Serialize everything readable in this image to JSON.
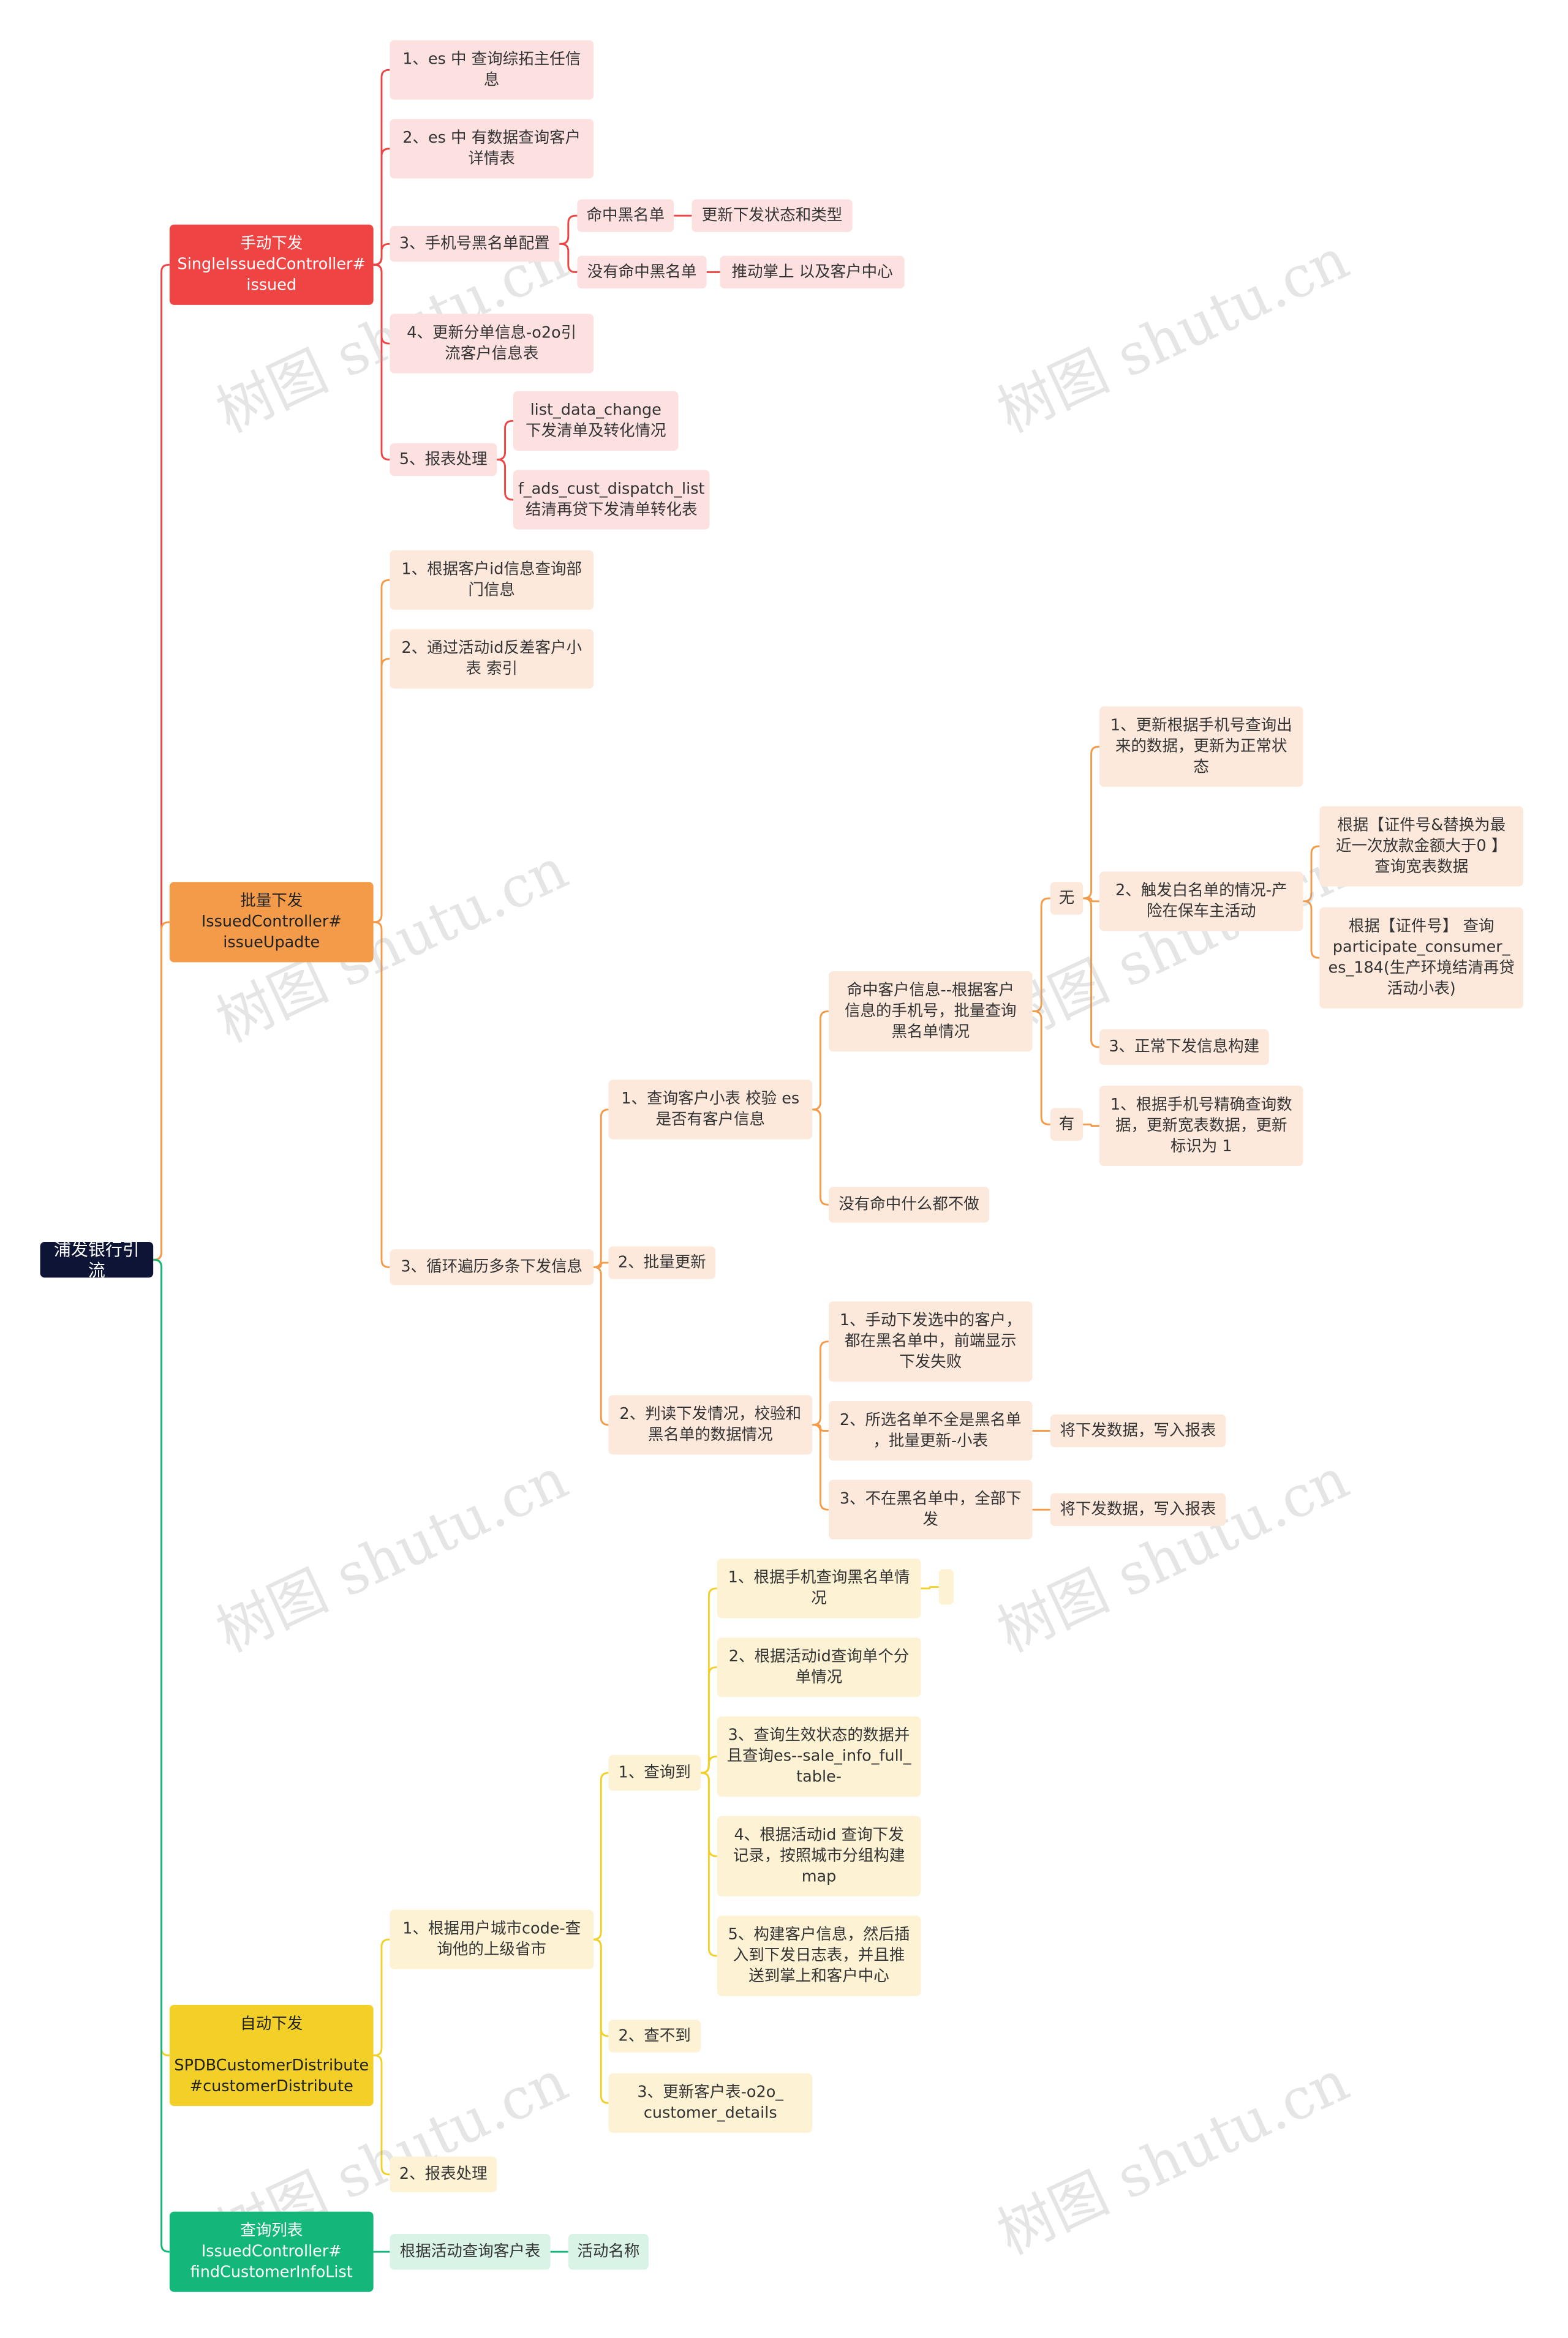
{
  "watermark": "树图 shutu.cn",
  "root": "浦发银行引流",
  "branches": [
    {
      "label": "手动下发\nSingleIssuedController#\nissued",
      "children": [
        {
          "label": "1、es 中 查询综拓主任信\n息"
        },
        {
          "label": "2、es 中 有数据查询客户\n详情表"
        },
        {
          "label": "3、手机号黑名单配置",
          "children": [
            {
              "label": "命中黑名单",
              "children": [
                {
                  "label": "更新下发状态和类型"
                }
              ]
            },
            {
              "label": "没有命中黑名单",
              "children": [
                {
                  "label": "推动掌上 以及客户中心"
                }
              ]
            }
          ]
        },
        {
          "label": "4、更新分单信息-o2o引\n流客户信息表"
        },
        {
          "label": "5、报表处理",
          "children": [
            {
              "label": "list_data_change\n下发清单及转化情况"
            },
            {
              "label": "f_ads_cust_dispatch_list\n结清再贷下发清单转化表"
            }
          ]
        }
      ]
    },
    {
      "label": "批量下发\nIssuedController#\nissueUpadte",
      "children": [
        {
          "label": "1、根据客户id信息查询部\n门信息"
        },
        {
          "label": "2、通过活动id反差客户小\n表 索引"
        },
        {
          "label": "3、循环遍历多条下发信息",
          "children": [
            {
              "label": "1、查询客户小表 校验 es\n是否有客户信息",
              "children": [
                {
                  "label": "命中客户信息--根据客户\n信息的手机号，批量查询\n黑名单情况",
                  "children": [
                    {
                      "label": "无",
                      "children": [
                        {
                          "label": "1、更新根据手机号查询出\n来的数据，更新为正常状\n态"
                        },
                        {
                          "label": "2、触发白名单的情况-产\n险在保车主活动",
                          "children": [
                            {
                              "label": "根据【证件号&替换为最\n近一次放款金额大于0 】\n查询宽表数据"
                            },
                            {
                              "label": "根据【证件号】  查询\nparticipate_consumer_\nes_184(生产环境结清再贷\n活动小表)"
                            }
                          ]
                        },
                        {
                          "label": "3、正常下发信息构建"
                        }
                      ]
                    },
                    {
                      "label": "有",
                      "children": [
                        {
                          "label": "1、根据手机号精确查询数\n据，更新宽表数据，更新\n标识为   1"
                        }
                      ]
                    }
                  ]
                },
                {
                  "label": "没有命中什么都不做"
                }
              ]
            },
            {
              "label": "2、批量更新"
            },
            {
              "label": "2、判读下发情况，校验和\n黑名单的数据情况",
              "children": [
                {
                  "label": "1、手动下发选中的客户，\n都在黑名单中，前端显示\n下发失败"
                },
                {
                  "label": "2、所选名单不全是黑名单\n，批量更新-小表",
                  "children": [
                    {
                      "label": "将下发数据，写入报表"
                    }
                  ]
                },
                {
                  "label": "3、不在黑名单中，全部下\n发",
                  "children": [
                    {
                      "label": "将下发数据，写入报表"
                    }
                  ]
                }
              ]
            }
          ]
        }
      ]
    },
    {
      "label": "自动下发\n\nSPDBCustomerDistribute\n#customerDistribute",
      "children": [
        {
          "label": "1、根据用户城市code-查\n询他的上级省市",
          "children": [
            {
              "label": "1、查询到",
              "children": [
                {
                  "label": "1、根据手机查询黑名单情\n况",
                  "children": [
                    {
                      "label": ""
                    }
                  ]
                },
                {
                  "label": "2、根据活动id查询单个分\n单情况"
                },
                {
                  "label": "3、查询生效状态的数据并\n且查询es--sale_info_full_\ntable-"
                },
                {
                  "label": "4、根据活动id 查询下发\n记录，按照城市分组构建\nmap"
                },
                {
                  "label": "5、构建客户信息，然后插\n入到下发日志表，并且推\n送到掌上和客户中心"
                }
              ]
            },
            {
              "label": "2、查不到"
            },
            {
              "label": "3、更新客户表-o2o_\ncustomer_details"
            }
          ]
        },
        {
          "label": "2、报表处理"
        }
      ]
    },
    {
      "label": "查询列表\nIssuedController#\nfindCustomerInfoList",
      "children": [
        {
          "label": "根据活动查询客户表",
          "children": [
            {
              "label": "活动名称"
            }
          ]
        }
      ]
    }
  ],
  "colors": {
    "red": "#ef4444",
    "orange": "#f49b4a",
    "yellow": "#f2d027",
    "green": "#14b77a",
    "root": "#0e1436"
  }
}
